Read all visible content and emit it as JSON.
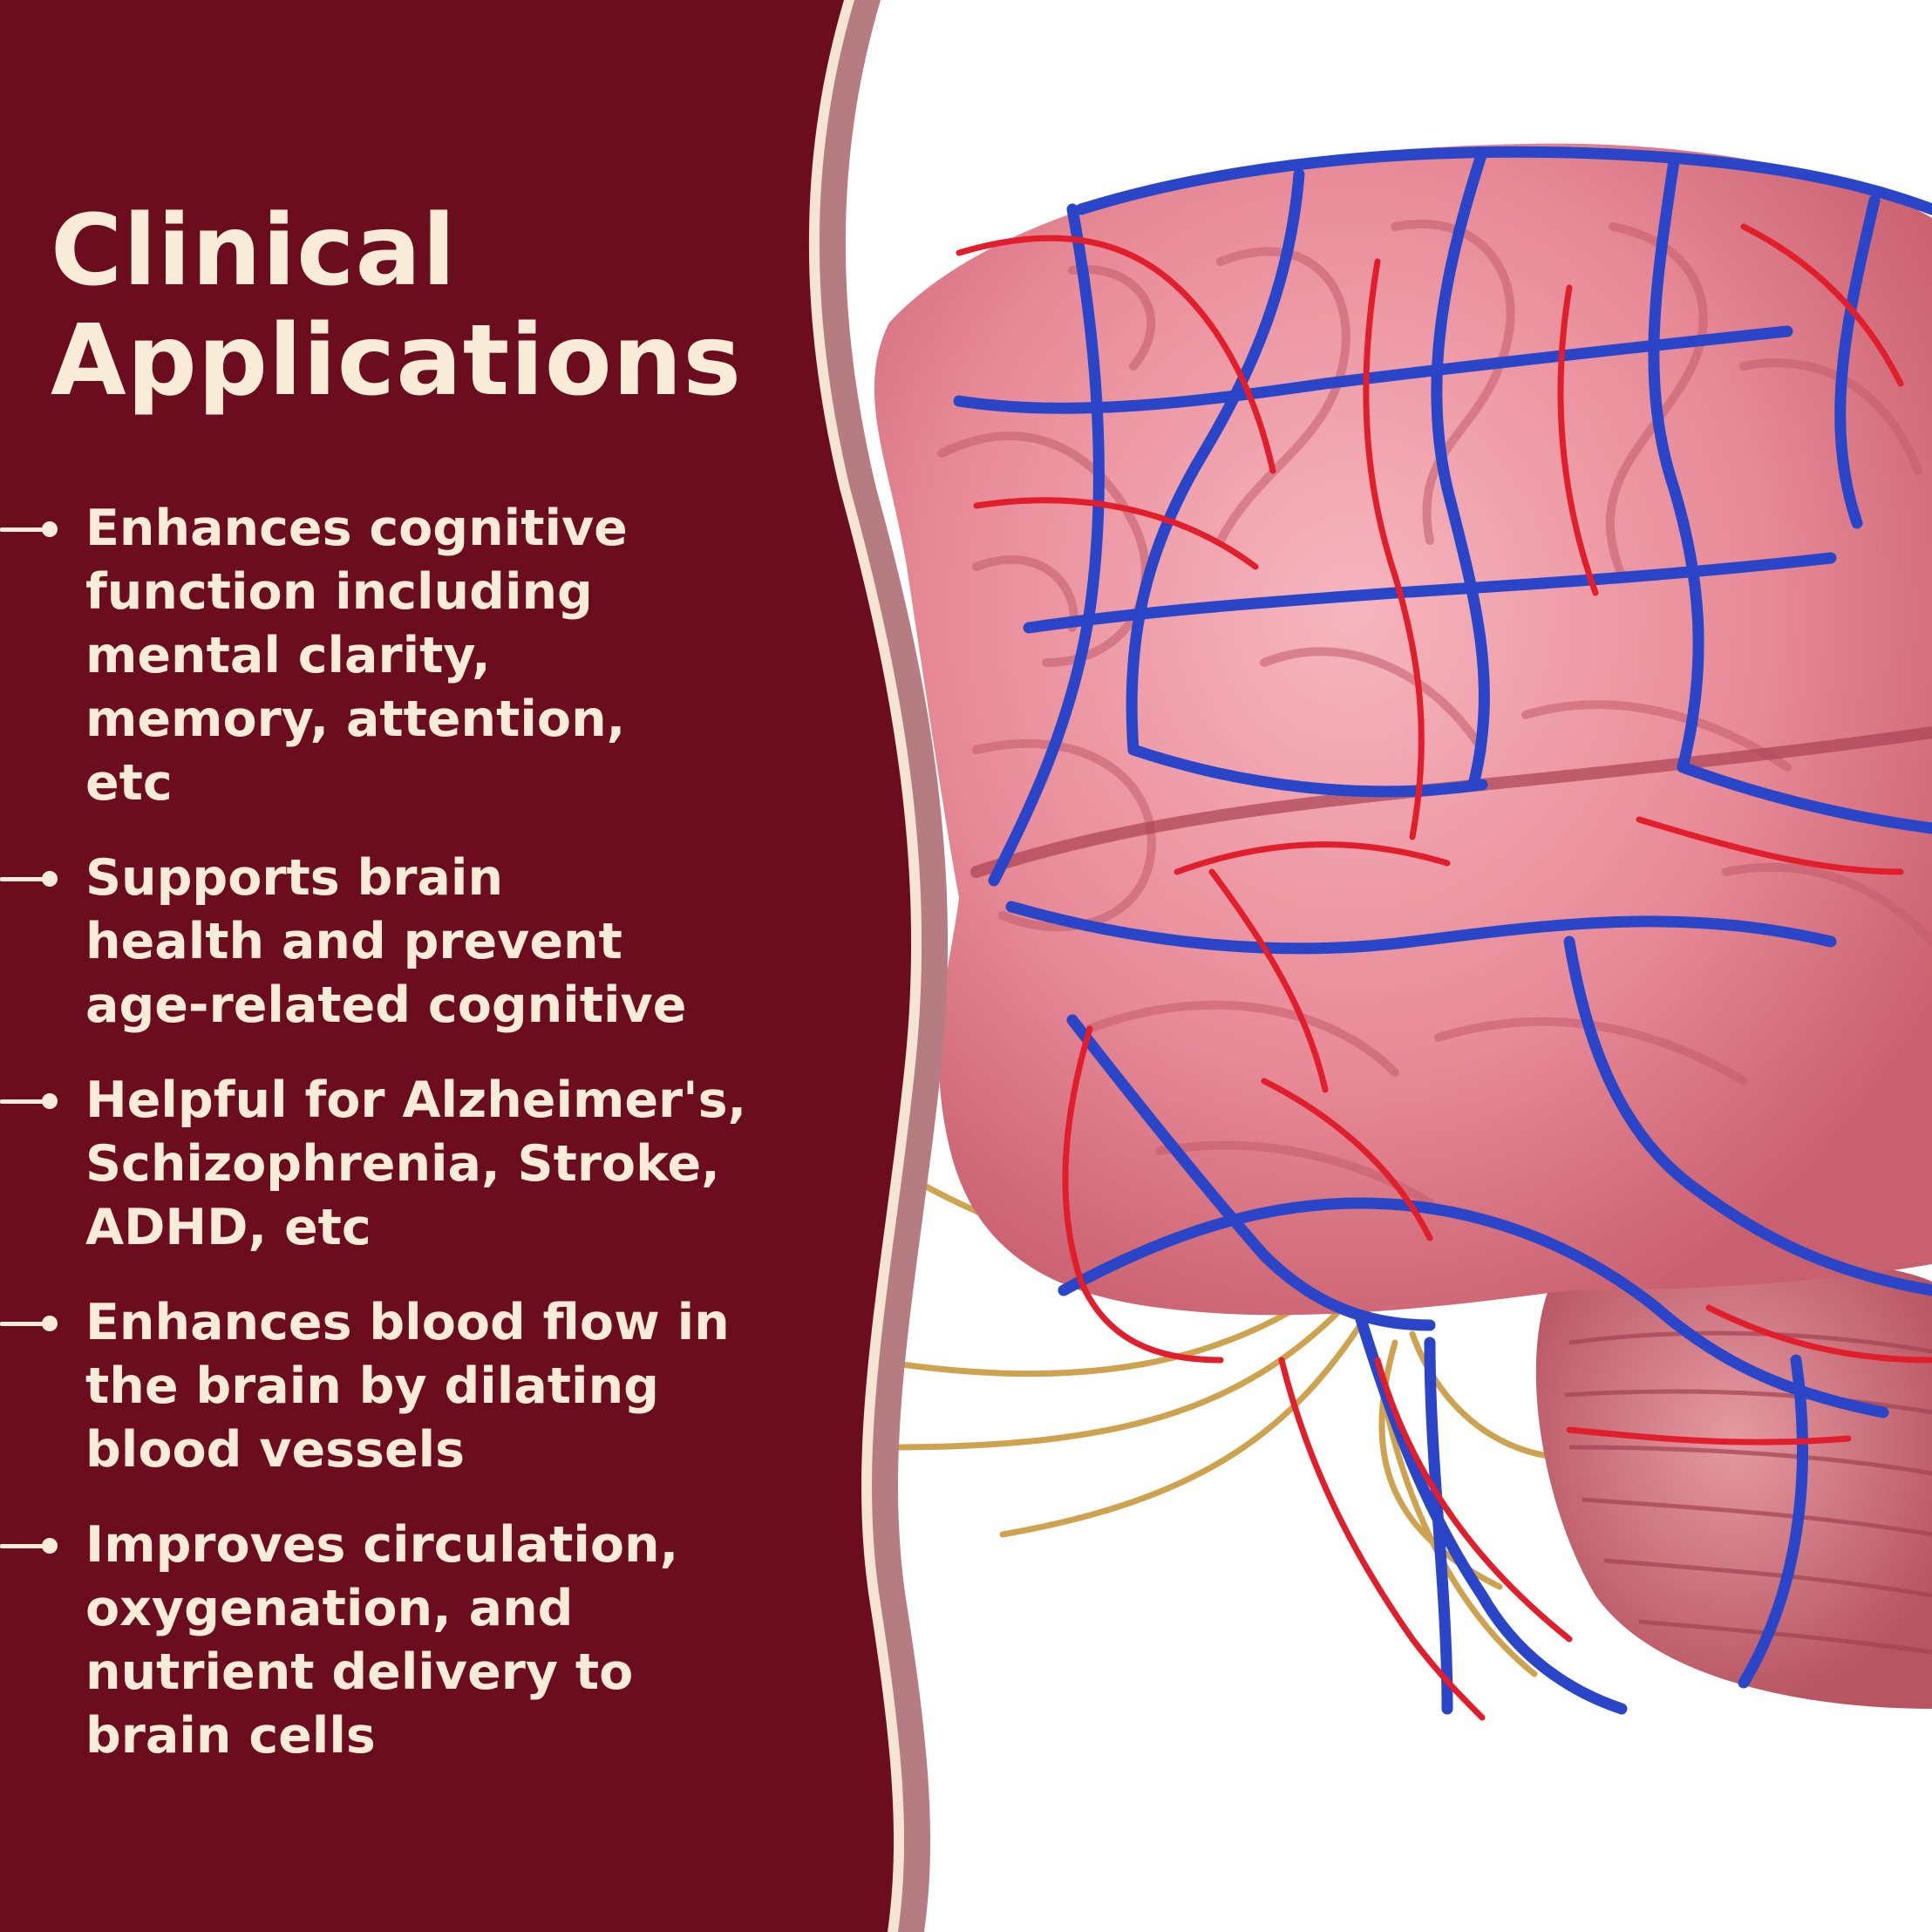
{
  "heading": {
    "line1": "Clinical",
    "line2": "Applications"
  },
  "benefits": [
    {
      "lines": [
        "Enhances cognitive",
        "function including",
        "mental clarity,",
        "memory, attention,",
        "etc"
      ]
    },
    {
      "lines": [
        "Supports brain",
        "health and prevent",
        "age-related cognitive"
      ]
    },
    {
      "lines": [
        "Helpful for Alzheimer's,",
        "Schizophrenia, Stroke,",
        "ADHD, etc"
      ]
    },
    {
      "lines": [
        "Enhances blood flow in",
        "the brain by dilating",
        "blood vessels"
      ]
    },
    {
      "lines": [
        "Improves circulation,",
        "oxygenation, and",
        "nutrient delivery to",
        "brain cells"
      ]
    }
  ],
  "colors": {
    "panel": "#6b0d1f",
    "accent_wave": "#b57c82",
    "cream": "#f8ecd9",
    "brain_pink": "#e88a97",
    "vein_blue": "#2a45c8",
    "artery_red": "#e01e2c",
    "nerve_gold": "#c89a3c"
  }
}
